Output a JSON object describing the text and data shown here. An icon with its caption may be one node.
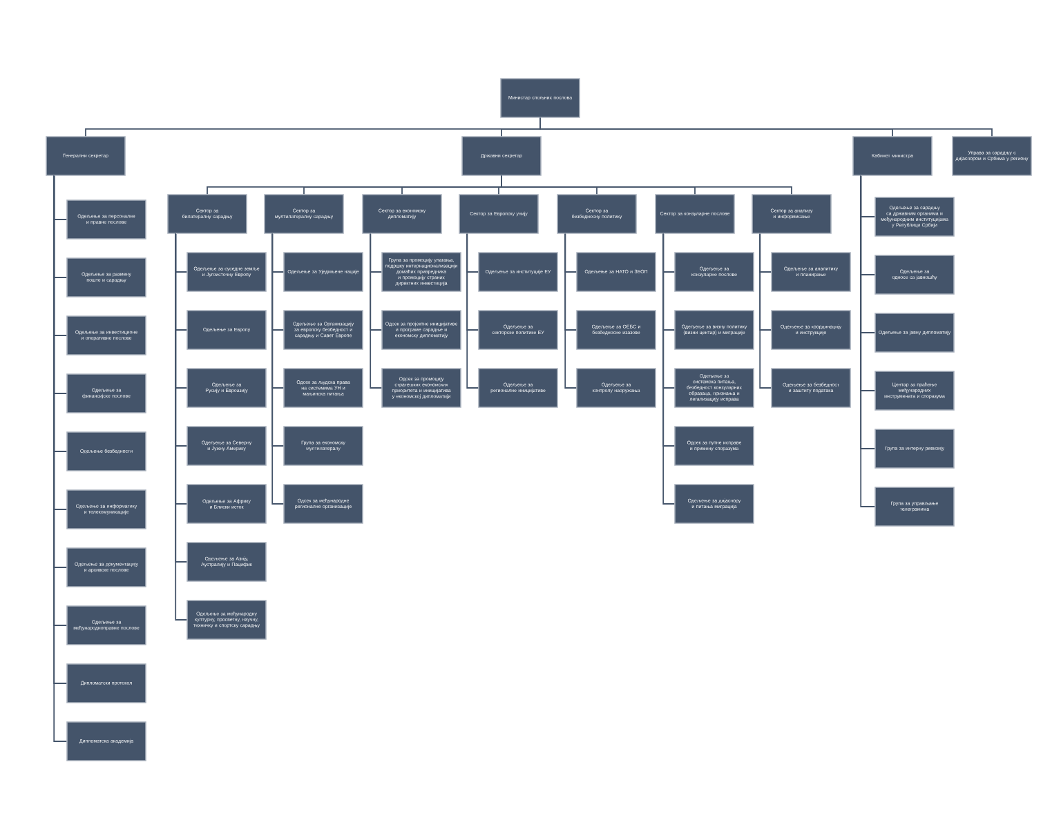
{
  "diagram": {
    "nodes": [
      {
        "text": [
          "Министар спољних послова"
        ]
      },
      {
        "text": [
          "Генерални секретар"
        ]
      },
      {
        "text": [
          "Државни секретар"
        ]
      },
      {
        "text": [
          "Кабинет министра"
        ]
      },
      {
        "text": [
          "Управа за сарадњу с дијаспором и Србима у региону"
        ]
      },
      {
        "text": [
          "Одељење за персоналне и правне послове"
        ]
      },
      {
        "text": [
          "Одељење за размену поште и сарадњу"
        ]
      },
      {
        "text": [
          "Одељење за инвестиционе и оперативне послове"
        ]
      },
      {
        "text": [
          "Одељење за финансијске послове"
        ]
      },
      {
        "text": [
          "Одељење безбедности"
        ]
      },
      {
        "text": [
          "Одељење за информатику и телекомуникације"
        ]
      },
      {
        "text": [
          "Одељење за документацију и архивске послове"
        ]
      },
      {
        "text": [
          "Одељење за међународноправне послове"
        ]
      },
      {
        "text": [
          "Дипломатски протокол"
        ]
      },
      {
        "text": [
          "Дипломатска академија"
        ]
      },
      {
        "text": [
          "Сектор за билатералну сарадњу"
        ]
      },
      {
        "text": [
          "Сектор за мултилатералну сарадњу"
        ]
      },
      {
        "text": [
          "Сектор за економску дипломатију"
        ]
      },
      {
        "text": [
          "Сектор за Европску унију"
        ]
      },
      {
        "text": [
          "Сектор за безбедносну политику"
        ]
      },
      {
        "text": [
          "Сектор за конзуларне послове"
        ]
      },
      {
        "text": [
          "Сектор за анализу и информисање"
        ]
      },
      {
        "text": [
          "Одељење за суседне земље и Југоисточну Европу"
        ]
      },
      {
        "text": [
          "Одељење за Европу"
        ]
      },
      {
        "text": [
          "Одељење за Русију и Евроазију"
        ]
      },
      {
        "text": [
          "Одељење за Северну и Јужну Америку"
        ]
      },
      {
        "text": [
          "Одељење за Африку и Блиски исток"
        ]
      },
      {
        "text": [
          "Одељење за Азију, Аустралију и Пацифик"
        ]
      },
      {
        "text": [
          "Одељење за међународну културну, просветну, научну, техничку и спортску сарадњу"
        ]
      },
      {
        "text": [
          "Одељење за Уједињене нације"
        ]
      },
      {
        "text": [
          "Одељење за Организацију за европску безбедност и сарадњу и Савет Европе"
        ]
      },
      {
        "text": [
          "Одсек за људска права на системима УН и мањинска питања"
        ]
      },
      {
        "text": [
          "Група за економску мултилатералу"
        ]
      },
      {
        "text": [
          "Одсек за међународне регионалне организације"
        ]
      },
      {
        "text": [
          "Група за промоцију улагања, подршку интернационализацији домаћих привредника и промоцију страних директних инвестиција"
        ]
      },
      {
        "text": [
          "Одсек за пројектне иницијативе и програме сарадње и економску дипломатију"
        ]
      },
      {
        "text": [
          "Одсек за промоцију стратешких економских приоритета и иницијатива у економској дипломатији"
        ]
      },
      {
        "text": [
          "Одељење за институције ЕУ"
        ]
      },
      {
        "text": [
          "Одељење за секторске политике ЕУ"
        ]
      },
      {
        "text": [
          "Одељење за регионалне иницијативе"
        ]
      },
      {
        "text": [
          "Одељење за НАТО и ЗБОП"
        ]
      },
      {
        "text": [
          "Одељење за ОЕБС и безбедносне изазове"
        ]
      },
      {
        "text": [
          "Одељење за контролу наоружања"
        ]
      },
      {
        "text": [
          "Одељење за конзуларне послове"
        ]
      },
      {
        "text": [
          "Одељење за визну политику (визни центар) и миграције"
        ]
      },
      {
        "text": [
          "Одељење за системска питања, безбедност конзуларних образаца, признања и легализацију исправа"
        ]
      },
      {
        "text": [
          "Одсек за путне исправе и примену споразума"
        ]
      },
      {
        "text": [
          "Одељење за дијаспору и питања миграција"
        ]
      },
      {
        "text": [
          "Одељење за аналитику и планирање"
        ]
      },
      {
        "text": [
          "Одељење за координацију и инструкције"
        ]
      },
      {
        "text": [
          "Одељење за безбедност и заштиту података"
        ]
      },
      {
        "text": [
          "Одељење за сарадњу са државним органима и међународним институцијама у Републици Србији"
        ]
      },
      {
        "text": [
          "Одељење за односе са јавношћу"
        ]
      },
      {
        "text": [
          "Одељење за јавну дипломатију"
        ]
      },
      {
        "text": [
          "Центар за праћење међународних инструмената и споразума"
        ]
      },
      {
        "text": [
          "Група за интерну ревизију"
        ]
      },
      {
        "text": [
          "Група за управљање телеграмима"
        ]
      }
    ],
    "edges": [
      {
        "from": 0,
        "to": 1,
        "arrow": "none"
      },
      {
        "from": 0,
        "to": 2,
        "arrow": "none"
      },
      {
        "from": 0,
        "to": 3,
        "arrow": "none"
      },
      {
        "from": 0,
        "to": 4,
        "arrow": "none"
      },
      {
        "from": 1,
        "to": 5,
        "arrow": "none"
      },
      {
        "from": 1,
        "to": 6,
        "arrow": "none"
      },
      {
        "from": 1,
        "to": 7,
        "arrow": "none"
      },
      {
        "from": 1,
        "to": 8,
        "arrow": "none"
      },
      {
        "from": 1,
        "to": 9,
        "arrow": "none"
      },
      {
        "from": 1,
        "to": 10,
        "arrow": "none"
      },
      {
        "from": 1,
        "to": 11,
        "arrow": "none"
      },
      {
        "from": 1,
        "to": 12,
        "arrow": "none"
      },
      {
        "from": 1,
        "to": 13,
        "arrow": "none"
      },
      {
        "from": 1,
        "to": 14,
        "arrow": "none"
      },
      {
        "from": 2,
        "to": 15,
        "arrow": "none"
      },
      {
        "from": 2,
        "to": 16,
        "arrow": "none"
      },
      {
        "from": 2,
        "to": 17,
        "arrow": "none"
      },
      {
        "from": 2,
        "to": 18,
        "arrow": "none"
      },
      {
        "from": 2,
        "to": 19,
        "arrow": "none"
      },
      {
        "from": 2,
        "to": 20,
        "arrow": "none"
      },
      {
        "from": 2,
        "to": 21,
        "arrow": "none"
      },
      {
        "from": 15,
        "to": 22,
        "arrow": "none"
      },
      {
        "from": 15,
        "to": 23,
        "arrow": "none"
      },
      {
        "from": 15,
        "to": 24,
        "arrow": "none"
      },
      {
        "from": 15,
        "to": 25,
        "arrow": "none"
      },
      {
        "from": 15,
        "to": 26,
        "arrow": "none"
      },
      {
        "from": 15,
        "to": 27,
        "arrow": "none"
      },
      {
        "from": 15,
        "to": 28,
        "arrow": "none"
      },
      {
        "from": 16,
        "to": 29,
        "arrow": "none"
      },
      {
        "from": 16,
        "to": 30,
        "arrow": "none"
      },
      {
        "from": 16,
        "to": 31,
        "arrow": "none"
      },
      {
        "from": 16,
        "to": 32,
        "arrow": "none"
      },
      {
        "from": 16,
        "to": 33,
        "arrow": "none"
      },
      {
        "from": 17,
        "to": 34,
        "arrow": "none"
      },
      {
        "from": 17,
        "to": 35,
        "arrow": "none"
      },
      {
        "from": 17,
        "to": 36,
        "arrow": "none"
      },
      {
        "from": 18,
        "to": 37,
        "arrow": "none"
      },
      {
        "from": 18,
        "to": 38,
        "arrow": "none"
      },
      {
        "from": 18,
        "to": 39,
        "arrow": "none"
      },
      {
        "from": 19,
        "to": 40,
        "arrow": "none"
      },
      {
        "from": 19,
        "to": 41,
        "arrow": "none"
      },
      {
        "from": 19,
        "to": 42,
        "arrow": "none"
      },
      {
        "from": 20,
        "to": 43,
        "arrow": "none"
      },
      {
        "from": 20,
        "to": 44,
        "arrow": "none"
      },
      {
        "from": 20,
        "to": 45,
        "arrow": "none"
      },
      {
        "from": 20,
        "to": 46,
        "arrow": "none"
      },
      {
        "from": 20,
        "to": 47,
        "arrow": "none"
      },
      {
        "from": 21,
        "to": 48,
        "arrow": "none"
      },
      {
        "from": 21,
        "to": 49,
        "arrow": "none"
      },
      {
        "from": 21,
        "to": 50,
        "arrow": "none"
      },
      {
        "from": 3,
        "to": 51,
        "arrow": "none"
      },
      {
        "from": 3,
        "to": 52,
        "arrow": "none"
      },
      {
        "from": 3,
        "to": 53,
        "arrow": "none"
      },
      {
        "from": 3,
        "to": 54,
        "arrow": "none"
      },
      {
        "from": 3,
        "to": 55,
        "arrow": "none"
      },
      {
        "from": 3,
        "to": 56,
        "arrow": "none"
      }
    ]
  }
}
